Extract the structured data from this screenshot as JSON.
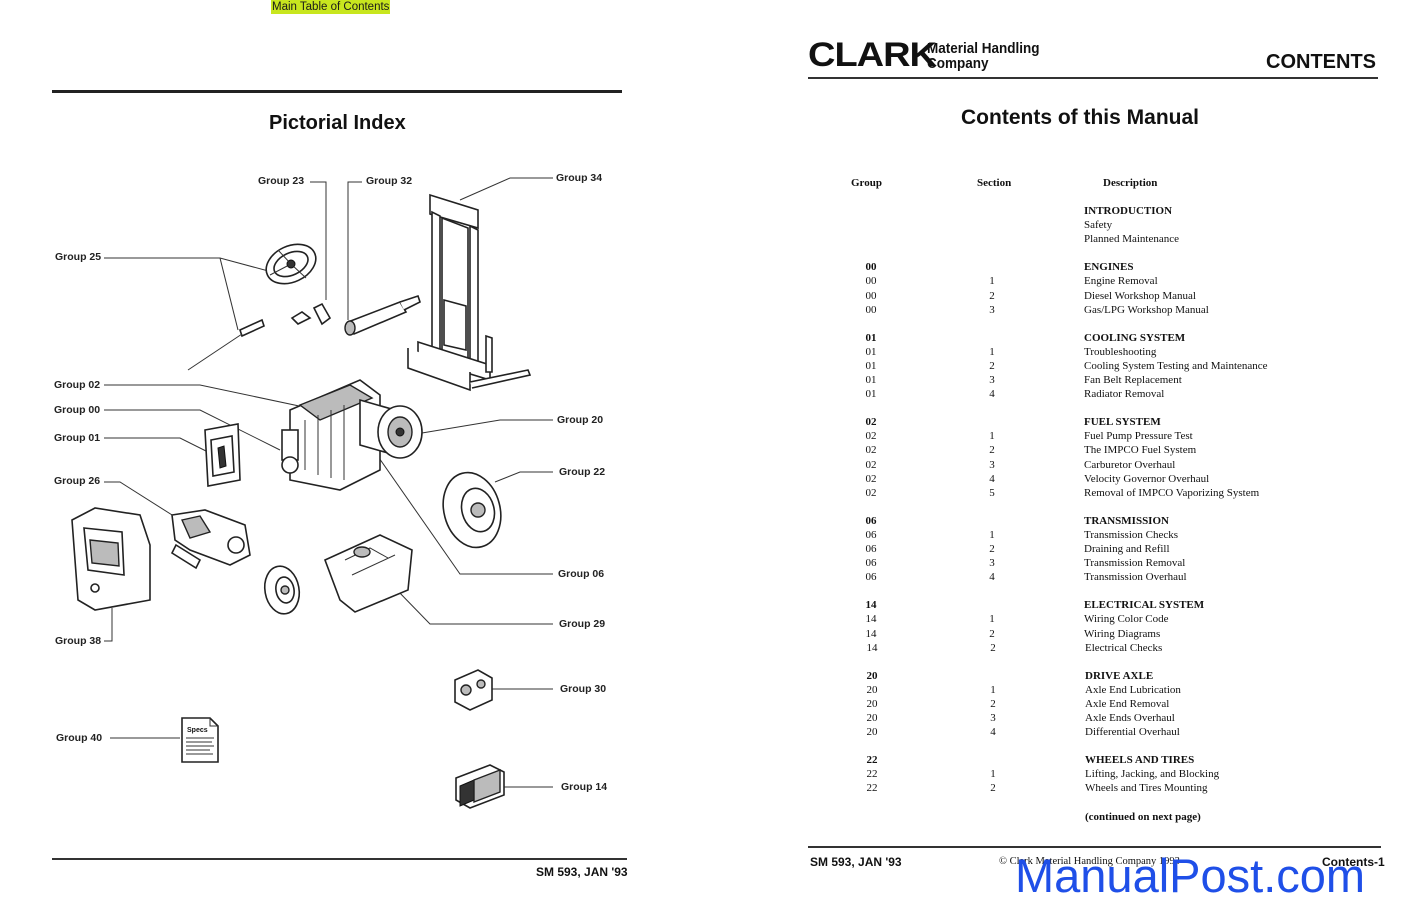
{
  "left_page": {
    "toc_link": "Main Table of Contents",
    "title": "Pictorial Index",
    "footer": "SM 593, JAN '93",
    "labels": {
      "g23": "Group 23",
      "g32": "Group 32",
      "g34": "Group 34",
      "g25": "Group 25",
      "g02": "Group 02",
      "g00": "Group 00",
      "g01": "Group 01",
      "g20": "Group 20",
      "g22": "Group 22",
      "g26": "Group 26",
      "g06": "Group 06",
      "g29": "Group 29",
      "g38": "Group 38",
      "g30": "Group 30",
      "g40": "Group 40",
      "g14": "Group 14"
    },
    "specs_doc": "Specs"
  },
  "right_page": {
    "logo": "CLARK",
    "company_line1": "Material Handling",
    "company_line2": "Company",
    "header": "CONTENTS",
    "title": "Contents of this Manual",
    "columns": {
      "group": "Group",
      "section": "Section",
      "description": "Description"
    },
    "rows": [
      {
        "g": "",
        "s": "",
        "d": "INTRODUCTION",
        "h": true
      },
      {
        "g": "",
        "s": "",
        "d": "Safety"
      },
      {
        "g": "",
        "s": "",
        "d": "Planned Maintenance"
      },
      {
        "gap": true
      },
      {
        "g": "00",
        "s": "",
        "d": "ENGINES",
        "h": true
      },
      {
        "g": "00",
        "s": "1",
        "d": "Engine Removal"
      },
      {
        "g": "00",
        "s": "2",
        "d": "Diesel Workshop Manual"
      },
      {
        "g": "00",
        "s": "3",
        "d": "Gas/LPG Workshop Manual"
      },
      {
        "gap": true
      },
      {
        "g": "01",
        "s": "",
        "d": "COOLING SYSTEM",
        "h": true
      },
      {
        "g": "01",
        "s": "1",
        "d": "Troubleshooting"
      },
      {
        "g": "01",
        "s": "2",
        "d": "Cooling System Testing and Maintenance"
      },
      {
        "g": "01",
        "s": "3",
        "d": "Fan Belt Replacement"
      },
      {
        "g": "01",
        "s": "4",
        "d": "Radiator Removal"
      },
      {
        "gap": true
      },
      {
        "g": "02",
        "s": "",
        "d": "FUEL SYSTEM",
        "h": true
      },
      {
        "g": "02",
        "s": "1",
        "d": "Fuel Pump Pressure Test"
      },
      {
        "g": "02",
        "s": "2",
        "d": "The IMPCO Fuel System"
      },
      {
        "g": "02",
        "s": "3",
        "d": "Carburetor Overhaul"
      },
      {
        "g": "02",
        "s": "4",
        "d": "Velocity Governor Overhaul"
      },
      {
        "g": "02",
        "s": "5",
        "d": "Removal of IMPCO Vaporizing System"
      },
      {
        "gap": true
      },
      {
        "g": "06",
        "s": "",
        "d": "TRANSMISSION",
        "h": true
      },
      {
        "g": "06",
        "s": "1",
        "d": "Transmission Checks"
      },
      {
        "g": "06",
        "s": "2",
        "d": "Draining and Refill"
      },
      {
        "g": "06",
        "s": "3",
        "d": "Transmission Removal"
      },
      {
        "g": "06",
        "s": "4",
        "d": "Transmission Overhaul"
      },
      {
        "gap": true
      },
      {
        "g": "14",
        "s": "",
        "d": "ELECTRICAL SYSTEM",
        "h": true
      },
      {
        "g": "14",
        "s": "1",
        "d": "Wiring Color Code"
      },
      {
        "g": "14",
        "s": "2",
        "d": "Wiring Diagrams"
      },
      {
        "g": "14",
        "s": "2",
        "d": "Electrical Checks"
      },
      {
        "gap": true
      },
      {
        "g": "20",
        "s": "",
        "d": "DRIVE AXLE",
        "h": true
      },
      {
        "g": "20",
        "s": "1",
        "d": "Axle End Lubrication"
      },
      {
        "g": "20",
        "s": "2",
        "d": "Axle End Removal"
      },
      {
        "g": "20",
        "s": "3",
        "d": "Axle Ends Overhaul"
      },
      {
        "g": "20",
        "s": "4",
        "d": "Differential Overhaul"
      },
      {
        "gap": true
      },
      {
        "g": "22",
        "s": "",
        "d": "WHEELS AND TIRES",
        "h": true
      },
      {
        "g": "22",
        "s": "1",
        "d": "Lifting, Jacking, and Blocking"
      },
      {
        "g": "22",
        "s": "2",
        "d": "Wheels and Tires Mounting"
      },
      {
        "gap": true
      },
      {
        "g": "",
        "s": "",
        "d": "(continued on next page)",
        "h": true
      }
    ],
    "footer_left": "SM 593, JAN '93",
    "footer_center": "© Clark Material Handling Company 1993",
    "footer_right": "Contents-1"
  },
  "watermark": "ManualPost.com"
}
